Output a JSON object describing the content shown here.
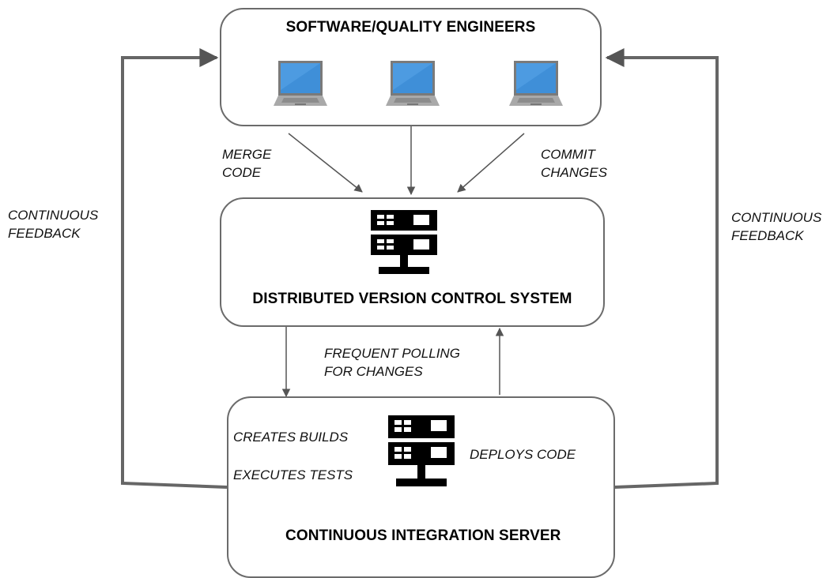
{
  "nodes": {
    "engineers": {
      "title": "SOFTWARE/QUALITY ENGINEERS"
    },
    "vcs": {
      "title": "DISTRIBUTED VERSION CONTROL SYSTEM"
    },
    "ci": {
      "title": "CONTINUOUS INTEGRATION SERVER",
      "activities": [
        "CREATES BUILDS",
        "EXECUTES TESTS",
        "DEPLOYS CODE"
      ]
    }
  },
  "edges": {
    "merge": [
      "MERGE",
      "CODE"
    ],
    "commit": [
      "COMMIT",
      "CHANGES"
    ],
    "polling": [
      "FREQUENT POLLING",
      "FOR CHANGES"
    ],
    "feedback_left": [
      "CONTINUOUS",
      "FEEDBACK"
    ],
    "feedback_right": [
      "CONTINUOUS",
      "FEEDBACK"
    ]
  },
  "icons": [
    "laptop-icon",
    "laptop-icon",
    "laptop-icon",
    "server-icon",
    "server-icon"
  ],
  "colors": {
    "border": "#6b6b6b",
    "arrow": "#555555",
    "laptop_screen": "#3f8fd8",
    "laptop_body": "#a9a9a9",
    "server": "#000000"
  }
}
